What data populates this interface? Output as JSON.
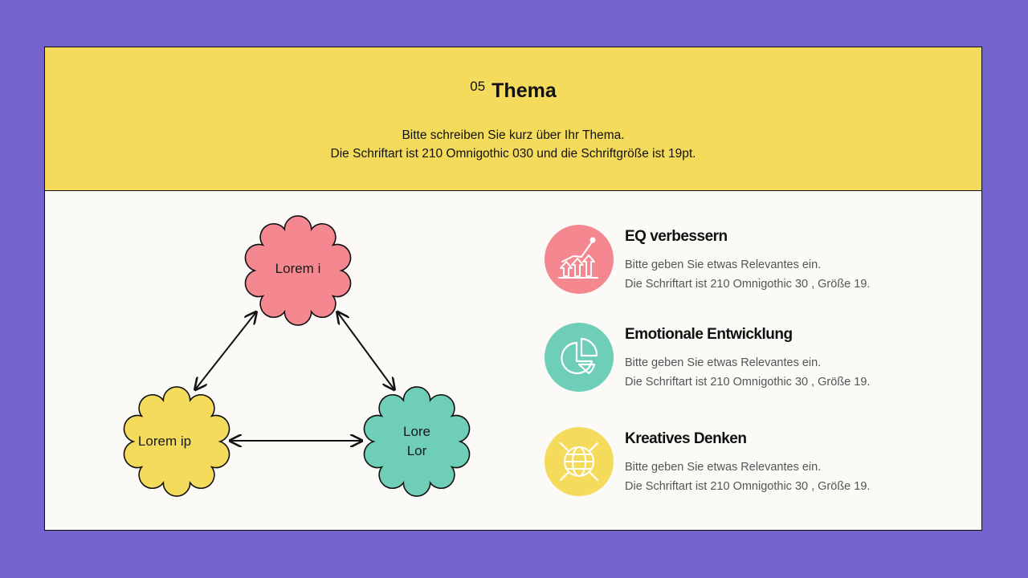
{
  "header": {
    "number": "05",
    "title": "Thema",
    "subtitle_line1": "Bitte schreiben Sie kurz über Ihr Thema.",
    "subtitle_line2": "Die Schriftart ist 210 Omnigothic 030 und die Schriftgröße ist 19pt."
  },
  "diagram": {
    "nodes": [
      {
        "label": "Lorem i",
        "color": "#F4878F"
      },
      {
        "label": "Lorem ip",
        "color": "#F5DB5C"
      },
      {
        "label_line1": "Lore",
        "label_line2": "Lor",
        "color": "#6ECEB8"
      }
    ]
  },
  "items": [
    {
      "title": "EQ verbessern",
      "desc_line1": "Bitte geben Sie etwas Relevantes ein.",
      "desc_line2": "Die Schriftart ist 210 Omnigothic 30 , Größe 19.",
      "color": "#F4878F",
      "icon": "growth-chart-icon"
    },
    {
      "title": "Emotionale Entwicklung",
      "desc_line1": "Bitte geben Sie etwas Relevantes ein.",
      "desc_line2": "Die Schriftart ist 210 Omnigothic 30 , Größe 19.",
      "color": "#6ECEB8",
      "icon": "pie-chart-icon"
    },
    {
      "title": "Kreatives Denken",
      "desc_line1": "Bitte geben Sie etwas Relevantes ein.",
      "desc_line2": "Die Schriftart ist 210 Omnigothic 30 , Größe 19.",
      "color": "#F5DB5C",
      "icon": "globe-icon"
    }
  ],
  "colors": {
    "background": "#7463CD",
    "header": "#F5DB5C",
    "panel": "#FBFAF7"
  }
}
